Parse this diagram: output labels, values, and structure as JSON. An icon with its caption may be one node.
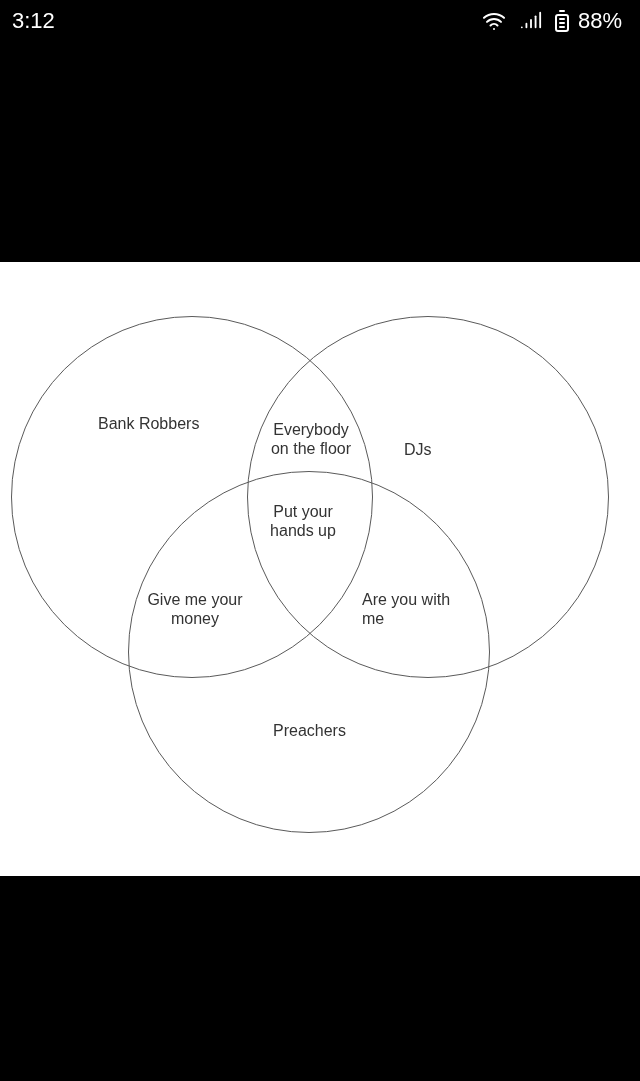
{
  "diagram": {
    "nodes": [
      {
        "text": [
          "Bank Robbers"
        ]
      },
      {
        "text": [
          "DJs"
        ]
      },
      {
        "text": [
          "Preachers"
        ]
      }
    ],
    "labels": [
      "3:12",
      "88%",
      "Everybody on the floor",
      "Put your hands up",
      "Give me your money",
      "Are you with me"
    ]
  }
}
